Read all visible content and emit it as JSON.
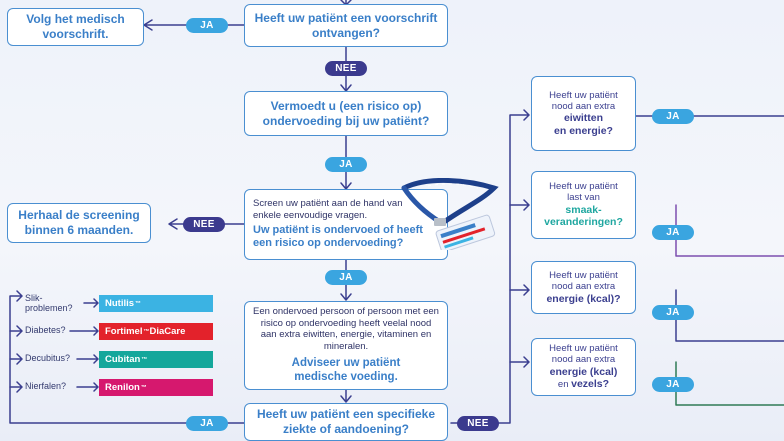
{
  "flow": {
    "left_top": "Volg het medisch voorschrift.",
    "q1": "Heeft uw patiënt een voorschrift ontvangen?",
    "q2": "Vermoedt u (een risico op) ondervoeding bij uw patiënt?",
    "q3_small": "Screen uw patiënt aan de hand van enkele eenvoudige vragen.",
    "q3_main": "Uw patiënt is ondervoed of heeft een risico op ondervoeding?",
    "left_mid": "Herhaal de screening binnen 6 maanden.",
    "q4_small": "Een ondervoed persoon of persoon met een risico op ondervoeding heeft veelal nood aan extra eiwitten, energie, vitaminen en mineralen.",
    "q4_main": "Adviseer uw patiënt medische voeding.",
    "q5": "Heeft uw patiënt een specifieke ziekte of aandoening?"
  },
  "answers": {
    "yes": "JA",
    "no": "NEE"
  },
  "conditions": [
    {
      "label": "Slik-problemen?",
      "product": "Nutilis",
      "mark": "™",
      "extra": "",
      "color": "#3bb3e3"
    },
    {
      "label": "Diabetes?",
      "product": "Fortimel",
      "mark": "™",
      "extra": "DiaCare",
      "color": "#e3222b"
    },
    {
      "label": "Decubitus?",
      "product": "Cubitan",
      "mark": "™",
      "extra": "",
      "color": "#14a79b"
    },
    {
      "label": "Nierfalen?",
      "product": "Renilon",
      "mark": "™",
      "extra": "",
      "color": "#d6186e"
    }
  ],
  "right": {
    "r1_a": "Heeft uw patiënt nood aan extra",
    "r1_b": "eiwitten",
    "r1_c": "en energie?",
    "r2_a": "Heeft uw patiënt last van",
    "r2_b": "smaak-veranderingen?",
    "r3_a": "Heeft uw patiënt nood aan extra",
    "r3_b": "energie (kcal)?",
    "r4_a": "Heeft uw patiënt nood aan extra",
    "r4_b": "energie (kcal)",
    "r4_c": "en",
    "r4_d": "vezels?"
  },
  "colors": {
    "blue": "#3a7fc8",
    "navy": "#3b3a8e",
    "light_blue": "#3aa5e0",
    "teal": "#1fa7a0"
  }
}
